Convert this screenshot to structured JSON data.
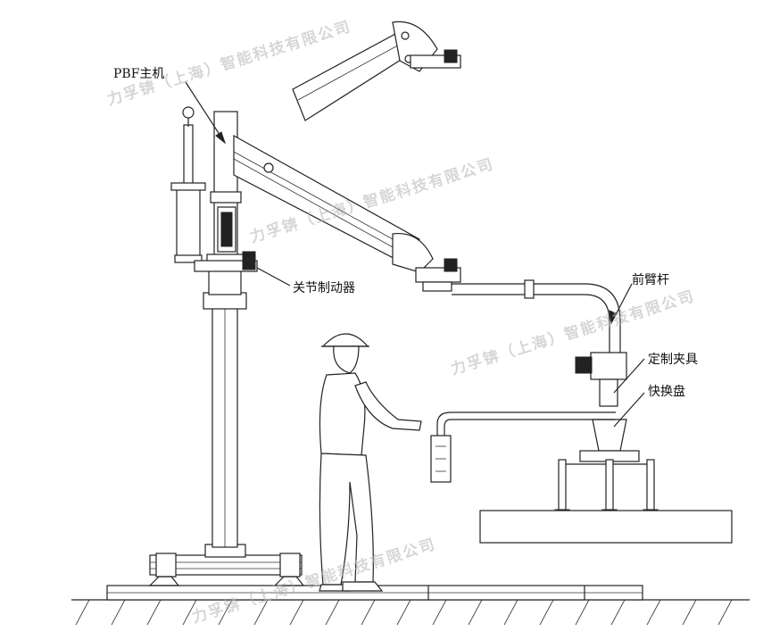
{
  "labels": {
    "pbf_main": "PBF主机",
    "joint_brake": "关节制动器",
    "forearm_rod": "前臂杆",
    "custom_fixture": "定制夹具",
    "quick_change_plate": "快换盘"
  },
  "watermark": {
    "text": "力孚锛（上海）智能科技有限公司"
  },
  "colors": {
    "line": "#222222",
    "watermark": "#b5b5b5",
    "background": "#ffffff"
  }
}
